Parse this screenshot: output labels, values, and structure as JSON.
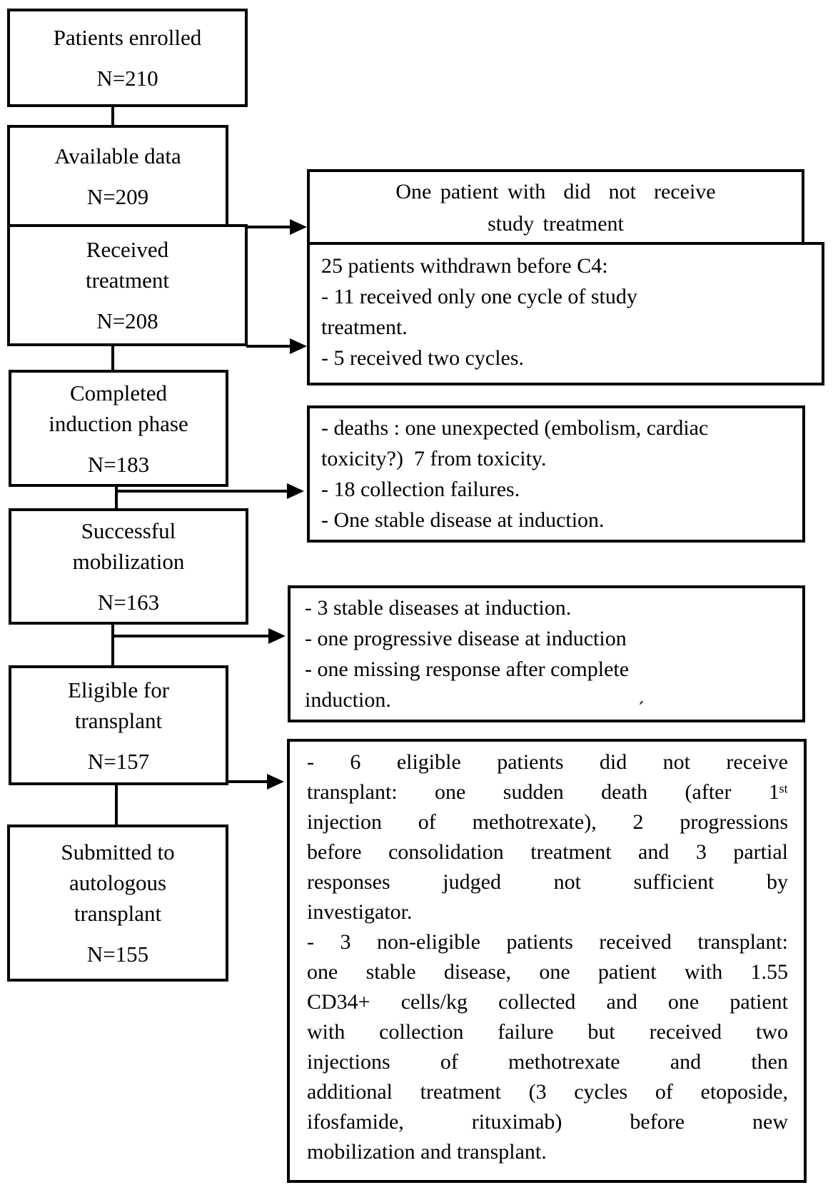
{
  "figure": {
    "background": "#ffffff",
    "line_color": "#000000",
    "flow_boxes": [
      {
        "label": "Patients enrolled",
        "count": "N=210"
      },
      {
        "label": "Available data",
        "count": "N=209"
      },
      {
        "label": "Received\ntreatment",
        "count": "N=208"
      },
      {
        "label": "Completed\ninduction phase",
        "count": "N=183"
      },
      {
        "label": "Successful\nmobilization",
        "count": "N=163"
      },
      {
        "label": "Eligible for\ntransplant",
        "count": "N=157"
      },
      {
        "label": "Submitted to\nautologous\ntransplant",
        "count": "N=155"
      }
    ],
    "side_boxes": [
      {
        "text": "One patient with  did  not  receive\nstudy treatment"
      },
      {
        "text": "25 patients withdrawn before C4:\n- 11 received only one cycle of study\ntreatment.\n- 5 received two cycles."
      },
      {
        "text": "- deaths : one unexpected (embolism, cardiac\ntoxicity?)  7 from toxicity.\n- 18 collection failures.\n- One stable disease at induction."
      },
      {
        "text": "- 3 stable diseases at induction.\n- one progressive disease at induction\n- one missing response after complete\ninduction."
      },
      {
        "lines": [
          "- 6 eligible patients did not receive",
          "transplant: one sudden death (after 1ˢᵗ",
          "injection of methotrexate), 2 progressions",
          "before consolidation treatment and 3 partial",
          "responses judged not sufficient by",
          "investigator.",
          "- 3 non-eligible patients received transplant:",
          "one stable disease, one patient with 1.55",
          "CD34+ cells/kg collected and one patient",
          "with collection failure but received two",
          "injections of methotrexate and then",
          "additional treatment (3 cycles of etoposide,",
          "ifosfamide, rituximab) before new",
          "mobilization and transplant."
        ]
      }
    ],
    "stray_mark": "´"
  }
}
